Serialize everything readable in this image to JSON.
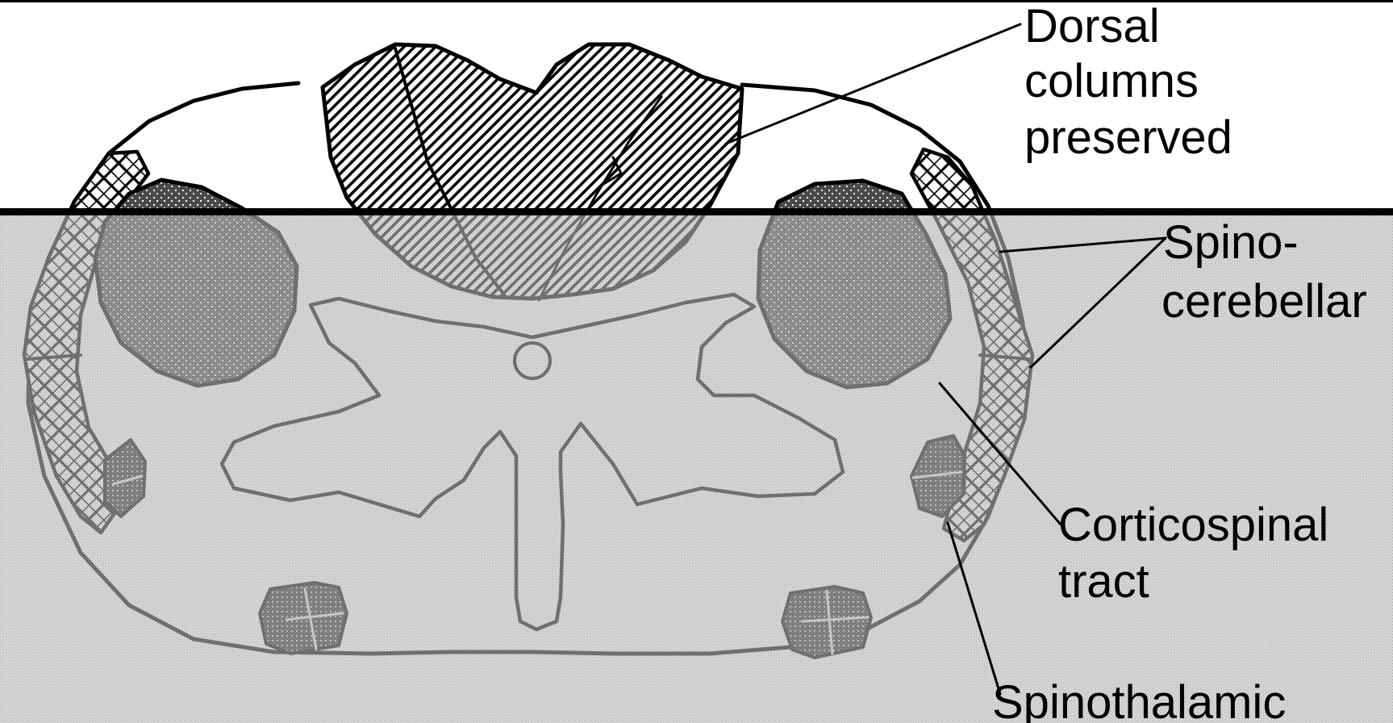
{
  "labels": {
    "dorsal": [
      "Dorsal",
      "columns",
      "preserved"
    ],
    "spinocerebellar": [
      "Spino-",
      "cerebellar"
    ],
    "corticospinal": [
      "Corticospinal",
      "tract"
    ],
    "spinothalamic": [
      "Spinothalamic"
    ]
  },
  "colors": {
    "outline": "#000000",
    "damaged_zone": "#a8a8a8",
    "intact_zone": "#ffffff",
    "corticospinal_fill": "#4a4a4a"
  }
}
